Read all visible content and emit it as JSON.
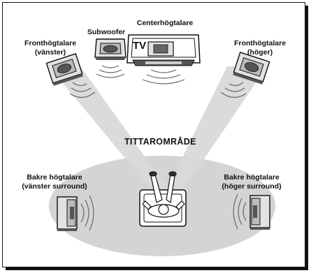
{
  "diagram": {
    "labels": {
      "center": "Centerhögtalare",
      "subwoofer": "Subwoofer",
      "tv": "TV",
      "front_left": [
        "Fronthögtalare",
        "(vänster)"
      ],
      "front_right": [
        "Fronthögtalare",
        "(höger)"
      ],
      "viewing_area": "TITTAROMRÅDE",
      "rear_left": [
        "Bakre högtalare",
        "(vänster surround)"
      ],
      "rear_right": [
        "Bakre högtalare",
        "(höger surround)"
      ]
    },
    "colors": {
      "beam": "#d9d9d9",
      "floor_ellipse": "#d4d4d4",
      "speaker_face": "#e2e2e2",
      "speaker_dark": "#555555",
      "outline": "#111111",
      "wave": "#666666"
    }
  }
}
